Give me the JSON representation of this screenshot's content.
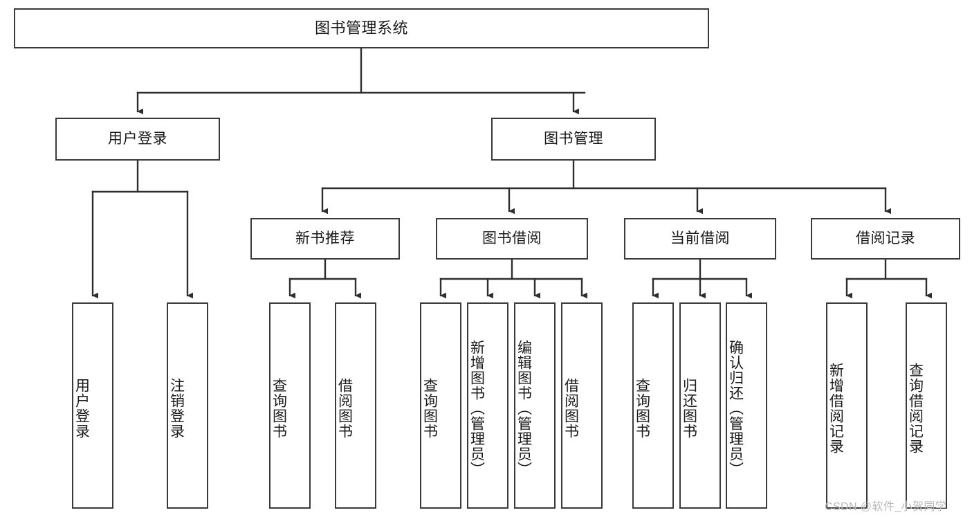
{
  "diagram": {
    "kind": "tree-hierarchy",
    "title": "图书管理系统",
    "orientation": "top-down",
    "accent_color": "#3a3a3a",
    "background_color": "#ffffff",
    "watermark": "CSDN @软件_小贺同学",
    "nodes": {
      "root": {
        "label": "图书管理系统",
        "level": 0
      },
      "l1": [
        {
          "id": "user_login",
          "label": "用户登录",
          "level": 1
        },
        {
          "id": "book_manage",
          "label": "图书管理",
          "level": 1
        }
      ],
      "l2": [
        {
          "id": "new_book_rec",
          "label": "新书推荐",
          "level": 2,
          "parent": "book_manage"
        },
        {
          "id": "book_borrow",
          "label": "图书借阅",
          "level": 2,
          "parent": "book_manage"
        },
        {
          "id": "current_borrow",
          "label": "当前借阅",
          "level": 2,
          "parent": "book_manage"
        },
        {
          "id": "borrow_record",
          "label": "借阅记录",
          "level": 2,
          "parent": "book_manage"
        }
      ],
      "leaves": [
        {
          "id": "leaf_user_login",
          "label": "用户登录",
          "parent": "user_login"
        },
        {
          "id": "leaf_user_logout",
          "label": "注销登录",
          "parent": "user_login"
        },
        {
          "id": "leaf_query_book_1",
          "label": "查询图书",
          "parent": "new_book_rec"
        },
        {
          "id": "leaf_borrow_book_1",
          "label": "借阅图书",
          "parent": "new_book_rec"
        },
        {
          "id": "leaf_query_book_2",
          "label": "查询图书",
          "parent": "book_borrow"
        },
        {
          "id": "leaf_add_book",
          "label": "新增图书（管理员）",
          "parent": "book_borrow"
        },
        {
          "id": "leaf_edit_book",
          "label": "编辑图书（管理员）",
          "parent": "book_borrow"
        },
        {
          "id": "leaf_borrow_book_2",
          "label": "借阅图书",
          "parent": "book_borrow"
        },
        {
          "id": "leaf_query_book_3",
          "label": "查询图书",
          "parent": "current_borrow"
        },
        {
          "id": "leaf_return_book",
          "label": "归还图书",
          "parent": "current_borrow"
        },
        {
          "id": "leaf_confirm_return",
          "label": "确认归还（管理员）",
          "parent": "current_borrow"
        },
        {
          "id": "leaf_add_record",
          "label": "新增借阅记录",
          "parent": "borrow_record"
        },
        {
          "id": "leaf_query_record",
          "label": "查询借阅记录",
          "parent": "borrow_record"
        }
      ]
    }
  }
}
